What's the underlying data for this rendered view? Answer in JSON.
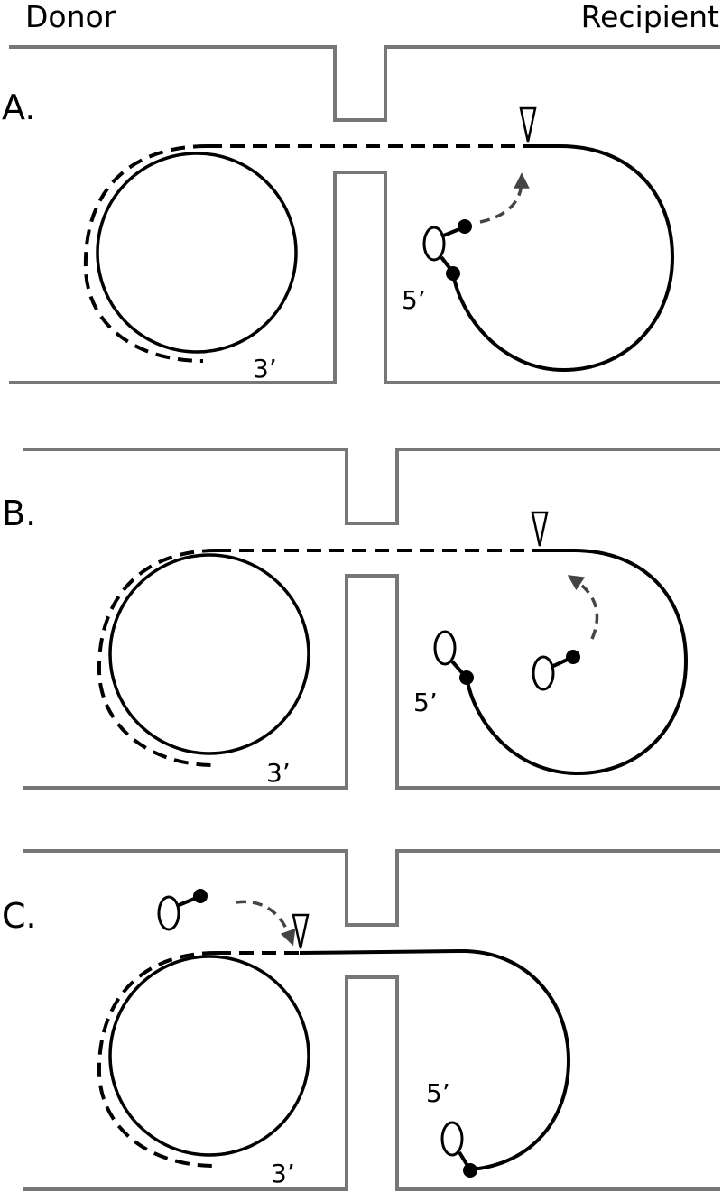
{
  "header": {
    "donor": "Donor",
    "recipient": "Recipient"
  },
  "panels": [
    {
      "letter": "A.",
      "three_prime": "3’",
      "five_prime": "5’"
    },
    {
      "letter": "B.",
      "three_prime": "3’",
      "five_prime": "5’"
    },
    {
      "letter": "C.",
      "three_prime": "3’",
      "five_prime": "5’"
    }
  ],
  "colors": {
    "wall": "#777777",
    "strand": "#000000",
    "arrow": "#444444"
  }
}
